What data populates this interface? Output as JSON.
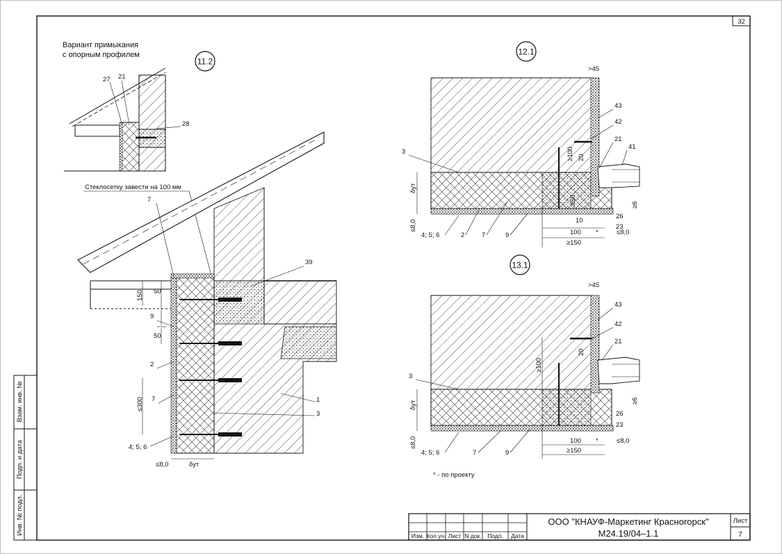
{
  "sheet": {
    "page_number": "32",
    "company": "ООО \"КНАУФ-Маркетинг Красногорск\"",
    "doc_code": "М24.19/04–1.1",
    "sheet_label": "Лист",
    "sheet_value": "7"
  },
  "title_block": {
    "columns": [
      "Изм.",
      "Кол.уч.",
      "Лист",
      "N док.",
      "Подп.",
      "Дата"
    ]
  },
  "side_stamp": {
    "field1": "Взам. инв. №",
    "field2": "Подп. и дата",
    "field3": "Инв. № подл."
  },
  "detail_11_2": {
    "tag": "11.2",
    "variant_line1": "Вариант примыкания",
    "variant_line2": "с опорным профилем",
    "mesh_note": "Стеклосетку завести на 100 мм",
    "callouts": [
      "27",
      "21",
      "28",
      "7",
      "39",
      "9",
      "2",
      "7",
      "1",
      "3",
      "4; 5; 6"
    ],
    "dims": [
      "50",
      "150",
      "50",
      "≤300",
      "≤8,0",
      "δут"
    ]
  },
  "detail_12_1": {
    "tag": "12.1",
    "callouts": [
      "3",
      "43",
      "42",
      "21",
      "41",
      "20",
      "26",
      "23",
      "10",
      "4; 5; 6",
      "2",
      "7",
      "9"
    ],
    "dims": [
      ">45",
      "≥100",
      "≥50",
      "≥6",
      "100",
      "*",
      "≤8,0",
      "≥150",
      "δут",
      "≤8,0"
    ]
  },
  "detail_13_1": {
    "tag": "13.1",
    "callouts": [
      "3",
      "43",
      "42",
      "21",
      "20",
      "26",
      "23",
      "4; 5; 6",
      "7",
      "9"
    ],
    "dims": [
      ">45",
      "≥100",
      "≥6",
      "100",
      "*",
      "≤8,0",
      "≥150",
      "δут",
      "≤8,0"
    ]
  },
  "footnote": "* - по проекту"
}
